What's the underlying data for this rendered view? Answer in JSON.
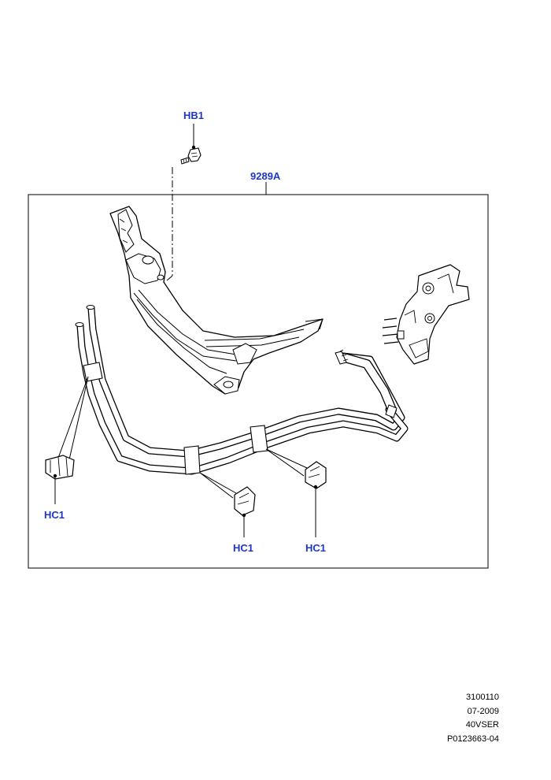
{
  "callouts": {
    "bolt": "HB1",
    "cooler_tube_assembly": "9289A",
    "clip_left": "HC1",
    "clip_middle": "HC1",
    "clip_right": "HC1"
  },
  "footer": {
    "line1": "3100110",
    "line2": "07-2009",
    "line3": "40VSER",
    "line4": "P0123663-04"
  },
  "colors": {
    "callout_text": "#1f35c8",
    "line_art": "#000000",
    "part_fill": "#ffffff"
  }
}
